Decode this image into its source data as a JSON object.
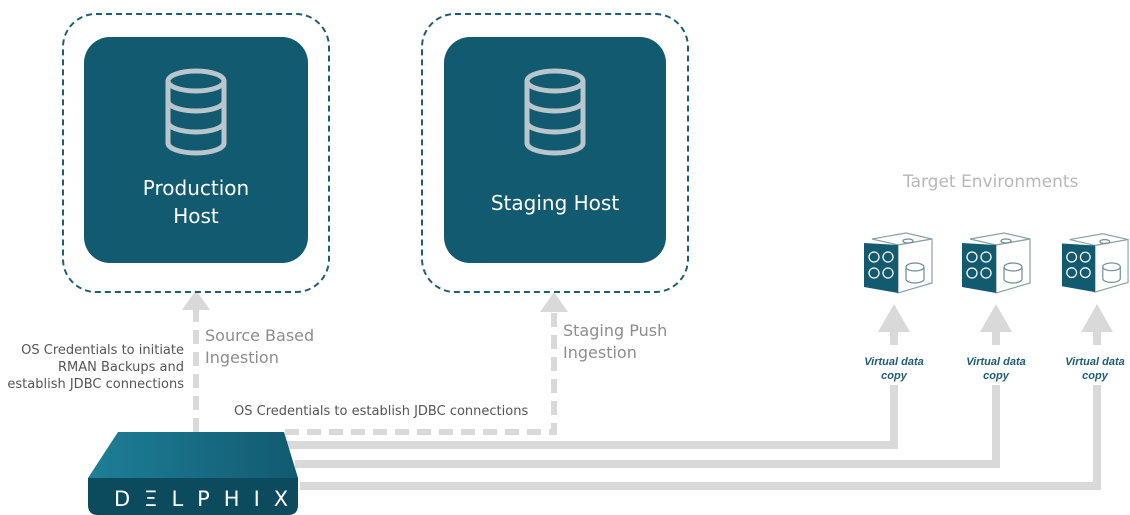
{
  "production_host": {
    "label": "Production\nHost",
    "icon": "database-icon"
  },
  "staging_host": {
    "label": "Staging Host",
    "icon": "database-icon"
  },
  "connections": {
    "os_credentials_rman": "OS Credentials to initiate\nRMAN Backups and\nestablish JDBC connections",
    "source_based": "Source Based\nIngestion",
    "staging_push": "Staging Push\nIngestion",
    "os_credentials_jdbc": "OS Credentials to establish JDBC connections"
  },
  "targets": {
    "title": "Target Environments",
    "items": [
      {
        "label": "Virtual data\ncopy",
        "icon": "target-environment-cube-icon"
      },
      {
        "label": "Virtual data\ncopy",
        "icon": "target-environment-cube-icon"
      },
      {
        "label": "Virtual data\ncopy",
        "icon": "target-environment-cube-icon"
      }
    ]
  },
  "engine": {
    "label": "DΞLPHIX"
  },
  "colors": {
    "host_fill": "#125a70",
    "frame_dash": "#1f5d74",
    "connector_gray": "#d9d9d9",
    "label_gray": "#8d8d8d",
    "vcopy_blue": "#1f5d74"
  }
}
